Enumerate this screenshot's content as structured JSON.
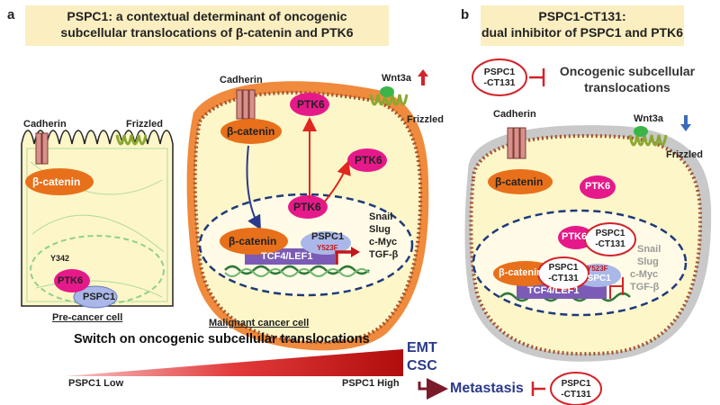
{
  "panel_a": {
    "letter": "a",
    "title_line1": "PSPC1: a contextual determinant of oncogenic",
    "title_line2": "subcellular translocations of β-catenin and PTK6",
    "precancer": {
      "cadherin": "Cadherin",
      "frizzled": "Frizzled",
      "beta_catenin": "β-catenin",
      "y342": "Y342",
      "ptk6": "PTK6",
      "pspc1": "PSPC1",
      "caption": "Pre-cancer cell"
    },
    "malignant": {
      "cadherin": "Cadherin",
      "wnt3a": "Wnt3a",
      "frizzled": "Frizzled",
      "beta_catenin": "β-catenin",
      "ptk6_top": "PTK6",
      "ptk6_mid": "PTK6",
      "ptk6_nuc": "PTK6",
      "beta_catenin_nuc": "β-catenin",
      "pspc1": "PSPC1",
      "y523f": "Y523F",
      "tcf4": "TCF4/LEF1",
      "targets": [
        "Snail",
        "Slug",
        "c-Myc",
        "TGF-β"
      ],
      "caption": "Malignant cancer cell"
    },
    "switch_label": "Switch on oncogenic subcellular translocations",
    "pspc1_low": "PSPC1 Low",
    "pspc1_high": "PSPC1 High",
    "emt": "EMT",
    "csc": "CSC",
    "metastasis": "Metastasis",
    "inhibitor": "PSPC1\n-CT131"
  },
  "panel_b": {
    "letter": "b",
    "title_line1": "PSPC1-CT131:",
    "title_line2": "dual inhibitor of PSPC1 and PTK6",
    "inhibitor_line1": "PSPC1",
    "inhibitor_line2": "-CT131",
    "oncogenic_line1": "Oncogenic subcellular",
    "oncogenic_line2": "translocations",
    "cadherin": "Cadherin",
    "wnt3a": "Wnt3a",
    "frizzled": "Frizzled",
    "beta_catenin": "β-catenin",
    "ptk6_cyto": "PTK6",
    "ptk6_nuc": "PTK6",
    "complex_pspc1_line1": "PSPC1",
    "complex_pspc1_line2": "-CT131",
    "beta_catenin_nuc": "β-catenin",
    "complex2_line1": "PSPC1",
    "complex2_line2": "-CT131",
    "y523f": "Y523F",
    "pspc1": "PSPC1",
    "tcf4": "TCF4/LEF1",
    "targets": [
      "Snail",
      "Slug",
      "c-Myc",
      "TGF-β"
    ]
  },
  "colors": {
    "title_bg": "#fbeec0",
    "cytoplasm": "#fdf6c8",
    "beta_catenin": "#e8701a",
    "ptk6": "#e6198a",
    "pspc1": "#a9b8e8",
    "tcf4": "#7b5bb5",
    "inhibitor_red": "#d2232a",
    "nucleus_border": "#1f3a7a",
    "membrane_malignant": "#f08a3c",
    "membrane_b": "#b8b8b8",
    "emt_text": "#2a3a8a"
  }
}
